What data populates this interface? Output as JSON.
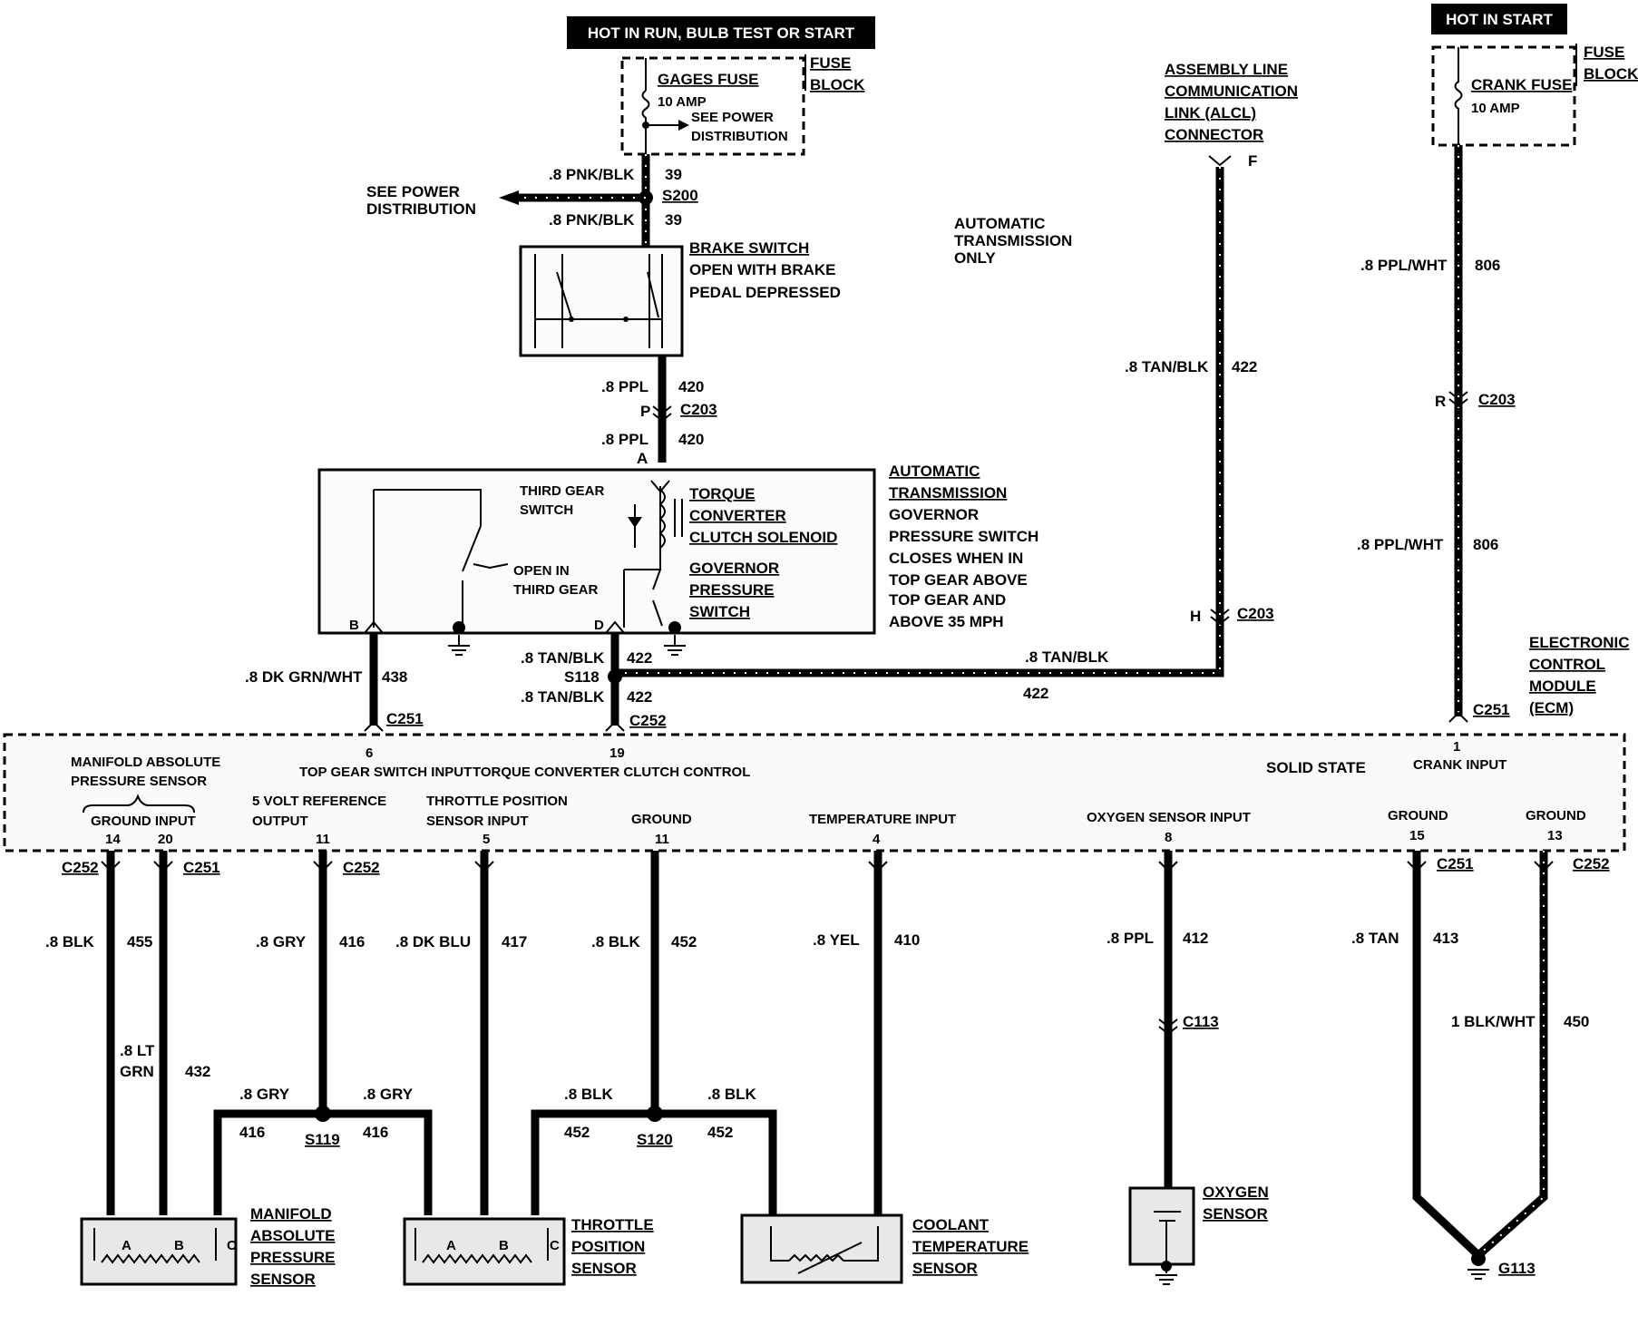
{
  "header": {
    "hot_run": "HOT IN RUN,  BULB TEST OR START",
    "hot_start": "HOT IN START"
  },
  "fuse_gages": {
    "title": "GAGES FUSE",
    "amp": "10 AMP",
    "see_power_1": "SEE POWER",
    "see_power_2": "DISTRIBUTION",
    "block_1": "FUSE",
    "block_2": "BLOCK"
  },
  "fuse_crank": {
    "title": "CRANK FUSE",
    "amp": "10 AMP",
    "block_1": "FUSE",
    "block_2": "BLOCK"
  },
  "power_dist": {
    "line1": "SEE POWER",
    "line2": "DISTRIBUTION"
  },
  "brake": {
    "title": "BRAKE SWITCH",
    "line2": "OPEN WITH BRAKE",
    "line3": "PEDAL DEPRESSED"
  },
  "auto_trans_only": [
    "AUTOMATIC",
    "TRANSMISSION",
    "ONLY"
  ],
  "alcl": [
    "ASSEMBLY LINE",
    "COMMUNICATION",
    "LINK (ALCL)",
    "CONNECTOR"
  ],
  "at_box": {
    "third_gear_1": "THIRD GEAR",
    "third_gear_2": "SWITCH",
    "open_1": "OPEN IN",
    "open_2": "THIRD GEAR",
    "tcc_1": "TORQUE",
    "tcc_2": "CONVERTER",
    "tcc_3": "CLUTCH SOLENOID",
    "gov_1": "GOVERNOR",
    "gov_2": "PRESSURE",
    "gov_3": "SWITCH",
    "pin_b": "B",
    "pin_d": "D"
  },
  "at_desc": [
    "AUTOMATIC",
    "TRANSMISSION",
    "GOVERNOR",
    "PRESSURE SWITCH",
    "CLOSES WHEN IN",
    "TOP GEAR ABOVE",
    "TOP GEAR AND",
    "ABOVE 35 MPH"
  ],
  "ecm_label": [
    "ELECTRONIC",
    "CONTROL",
    "MODULE",
    "(ECM)"
  ],
  "ecm": {
    "solid_state": "SOLID STATE",
    "map_1": "MANIFOLD ABSOLUTE",
    "map_2": "PRESSURE SENSOR",
    "ground_input": "GROUND INPUT",
    "pin14": "14",
    "pin20": "20",
    "vref_1": "5 VOLT REFERENCE",
    "vref_2": "OUTPUT",
    "pin11a": "11",
    "top_gear": "TOP GEAR SWITCH INPUT",
    "pin6": "6",
    "tcc": "TORQUE CONVERTER  CLUTCH CONTROL",
    "pin19": "19",
    "tps_1": "THROTTLE POSITION",
    "tps_2": "SENSOR INPUT",
    "pin5": "5",
    "ground": "GROUND",
    "pin11b": "11",
    "temp": "TEMPERATURE INPUT",
    "pin4": "4",
    "oxy": "OXYGEN SENSOR  INPUT",
    "pin8": "8",
    "crank": "CRANK INPUT",
    "pin1": "1",
    "ground15": "GROUND",
    "pin15": "15",
    "ground13": "GROUND",
    "pin13": "13"
  },
  "wires": {
    "pnk_blk": ".8 PNK/BLK",
    "c39": "39",
    "s200": "S200",
    "ppl": ".8 PPL",
    "c420": "420",
    "p": "P",
    "a": "A",
    "c203": "C203",
    "dk_grn_wht": ".8 DK GRN/WHT",
    "c438": "438",
    "c251": "C251",
    "tan_blk": ".8 TAN/BLK",
    "c422": "422",
    "s118": "S118",
    "c252": "C252",
    "f": "F",
    "h": "H",
    "r": "R",
    "ppl_wht": ".8 PPL/WHT",
    "c806": "806",
    "blk": ".8 BLK",
    "c455": "455",
    "lt": ".8 LT",
    "grn": "GRN",
    "c432": "432",
    "gry": ".8 GRY",
    "c416": "416",
    "s119": "S119",
    "dk_blu": ".8 DK BLU",
    "c417": "417",
    "c452": "452",
    "s120": "S120",
    "yel": ".8 YEL",
    "c410": "410",
    "ppl2": ".8 PPL",
    "c412": "412",
    "c113": "C113",
    "tan": ".8 TAN",
    "c413": "413",
    "blk_wht": "1 BLK/WHT",
    "c450": "450",
    "g113": "G113"
  },
  "sensors": {
    "map": [
      "MANIFOLD",
      "ABSOLUTE",
      "PRESSURE",
      "SENSOR"
    ],
    "tps": [
      "THROTTLE",
      "POSITION",
      "SENSOR"
    ],
    "cts": [
      "COOLANT",
      "TEMPERATURE",
      "SENSOR"
    ],
    "o2": [
      "OXYGEN",
      "SENSOR"
    ],
    "pin_a": "A",
    "pin_b": "B",
    "pin_c": "C"
  }
}
